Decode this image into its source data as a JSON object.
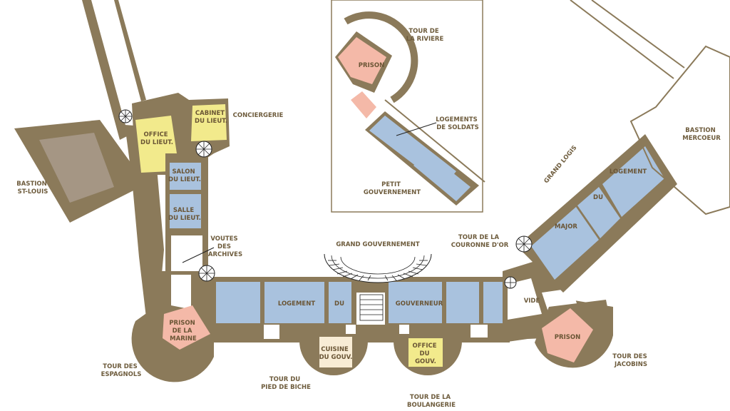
{
  "labels": {
    "bastion_st_louis": [
      "BASTION",
      "ST-LOUIS"
    ],
    "office_du_lieut": [
      "OFFICE",
      "DU LIEUT."
    ],
    "cabinet_du_lieut": [
      "CABINET",
      "DU LIEUT."
    ],
    "conciergerie": "CONCIERGERIE",
    "salon_du_lieut": [
      "SALON",
      "DU LIEUT."
    ],
    "salle_du_lieut": [
      "SALLE",
      "DU LIEUT."
    ],
    "voutes_des_archives": [
      "VOUTES",
      "DES",
      "ARCHIVES"
    ],
    "prison_de_la_marine": [
      "PRISON",
      "DE LA",
      "MARINE"
    ],
    "tour_des_espagnols": [
      "TOUR DES",
      "ESPAGNOLS"
    ],
    "tour_de_la_riviere": [
      "TOUR DE",
      "LA RIVIERE"
    ],
    "prison_riviere": "PRISON",
    "logements_de_soldats": [
      "LOGEMENTS",
      "DE SOLDATS"
    ],
    "petit_gouvernement": [
      "PETIT",
      "GOUVERNEMENT"
    ],
    "grand_gouvernement": "GRAND GOUVERNEMENT",
    "logement_left": "LOGEMENT",
    "du_center": "DU",
    "gouverneur": "GOUVERNEUR",
    "cuisine_du_gouv": [
      "CUISINE",
      "DU GOUV."
    ],
    "office_du_gouv": [
      "OFFICE",
      "DU",
      "GOUV."
    ],
    "tour_du_pied_de_biche": [
      "TOUR DU",
      "PIED DE BICHE"
    ],
    "tour_de_la_boulangerie": [
      "TOUR DE LA",
      "BOULANGERIE"
    ],
    "tour_de_la_couronne_dor": [
      "TOUR DE LA",
      "COURONNE D'OR"
    ],
    "vide": "VIDE",
    "prison_jacobins": "PRISON",
    "tour_des_jacobins": [
      "TOUR DES",
      "JACOBINS"
    ],
    "grand_logis": "GRAND LOGIS",
    "major": "MAJOR",
    "du_right": "DU",
    "logement_right": "LOGEMENT",
    "bastion_mercoeur": [
      "BASTION",
      "MERCOEUR"
    ]
  },
  "colors": {
    "wall": "#8b7a5a",
    "logement": "#a9c2de",
    "office": "#f2ea8c",
    "prison": "#f4b9a8",
    "cuisine": "#f8ecd5",
    "label": "#6e5c3d"
  }
}
